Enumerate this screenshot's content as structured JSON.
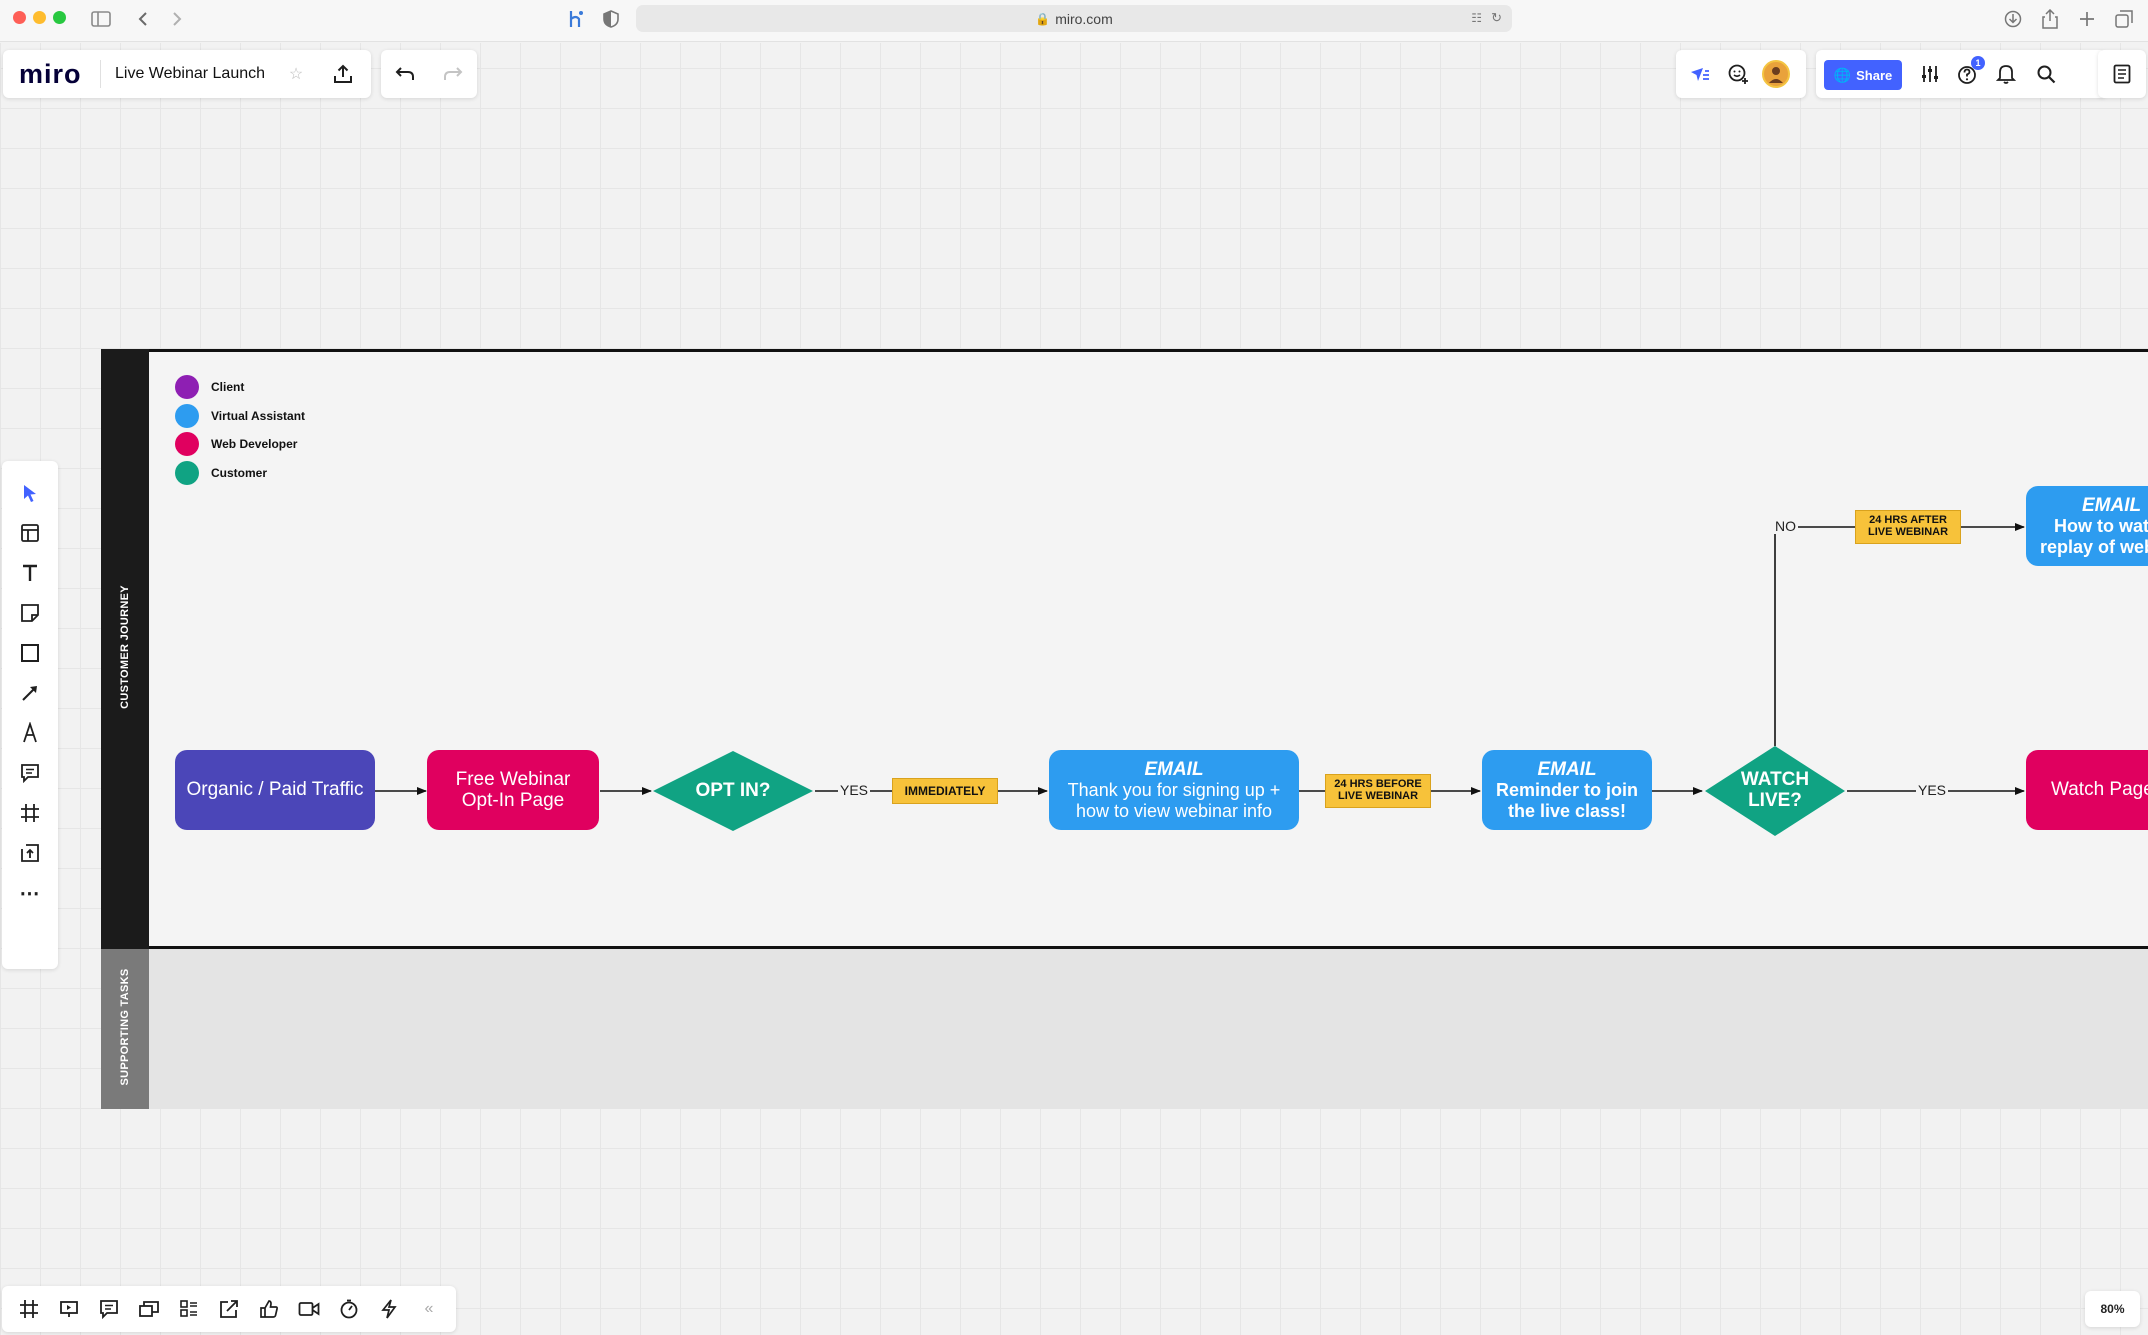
{
  "browser": {
    "url": "miro.com"
  },
  "header": {
    "logo": "miro",
    "board_title": "Live Webinar Launch",
    "share_label": "Share",
    "help_badge": "1"
  },
  "legend": [
    {
      "label": "Client",
      "color": "#8e1fb3"
    },
    {
      "label": "Virtual Assistant",
      "color": "#2d9cf0"
    },
    {
      "label": "Web Developer",
      "color": "#e0005f"
    },
    {
      "label": "Customer",
      "color": "#10a383"
    }
  ],
  "lanes": {
    "top": "CUSTOMER JOURNEY",
    "bottom": "SUPPORTING TASKS"
  },
  "flow": {
    "traffic": "Organic / Paid Traffic",
    "optin_page": {
      "line1": "Free Webinar",
      "line2": "Opt-In Page"
    },
    "optin_decision": "OPT IN?",
    "yes1": "YES",
    "immediately": "IMMEDIATELY",
    "email1": {
      "title": "EMAIL",
      "line1": "Thank you for signing up +",
      "line2": "how to view webinar info"
    },
    "before_tag": {
      "line1": "24 HRS BEFORE",
      "line2": "LIVE WEBINAR"
    },
    "email2": {
      "title": "EMAIL",
      "line1": "Reminder to join",
      "line2": "the live class!"
    },
    "watch_decision": {
      "line1": "WATCH",
      "line2": "LIVE?"
    },
    "no_label": "NO",
    "after_tag": {
      "line1": "24 HRS AFTER",
      "line2": "LIVE WEBINAR"
    },
    "email3": {
      "title": "EMAIL",
      "line1": "How to watch",
      "line2": "replay of webinar"
    },
    "yes2": "YES",
    "watch_page": "Watch Page"
  },
  "colors": {
    "traffic": "#4b46b8",
    "web_dev": "#e0005f",
    "va": "#2d9cf0",
    "customer": "#10a383",
    "tag": "#f7c23a",
    "share": "#4262ff"
  },
  "zoom": "80%"
}
